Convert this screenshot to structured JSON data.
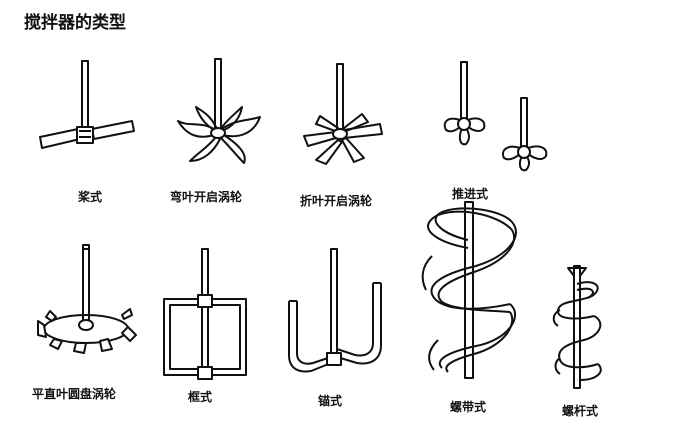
{
  "title": "搅拌器的类型",
  "impellers": [
    {
      "caption": "桨式",
      "icon": "paddle-impeller-icon"
    },
    {
      "caption": "弯叶开启涡轮",
      "icon": "curved-blade-open-turbine-icon"
    },
    {
      "caption": "折叶开启涡轮",
      "icon": "pitched-blade-open-turbine-icon"
    },
    {
      "caption": "推进式",
      "icon": "propeller-impeller-icon"
    },
    {
      "caption": "平直叶圆盘涡轮",
      "icon": "flat-blade-disc-turbine-icon"
    },
    {
      "caption": "框式",
      "icon": "frame-impeller-icon"
    },
    {
      "caption": "锚式",
      "icon": "anchor-impeller-icon"
    },
    {
      "caption": "螺带式",
      "icon": "helical-ribbon-impeller-icon"
    },
    {
      "caption": "螺杆式",
      "icon": "screw-impeller-icon"
    }
  ]
}
